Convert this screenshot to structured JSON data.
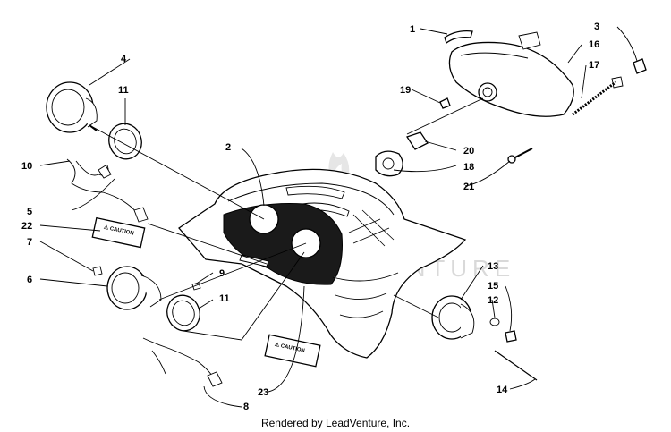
{
  "diagram": {
    "callouts": [
      "1",
      "2",
      "3",
      "4",
      "5",
      "6",
      "7",
      "8",
      "9",
      "10",
      "11",
      "11",
      "12",
      "13",
      "14",
      "15",
      "16",
      "17",
      "18",
      "19",
      "20",
      "21",
      "22",
      "23"
    ],
    "decal_caution_1": "⚠ CAUTION",
    "decal_caution_2": "⚠ CAUTION",
    "watermark_text": "LEADVENTURE"
  },
  "footer": {
    "credit": "Rendered by LeadVenture, Inc."
  }
}
